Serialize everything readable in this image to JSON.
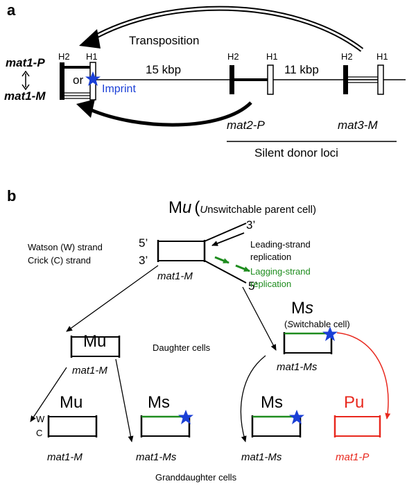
{
  "panel_a": {
    "label": "a",
    "transposition": "Transposition",
    "mat1_p": "mat1-P",
    "mat1_m": "mat1-M",
    "h2_left": "H2",
    "h1_left": "H1",
    "or": "or",
    "imprint": "Imprint",
    "dist1": "15 kbp",
    "dist2": "11 kbp",
    "h2_mid": "H2",
    "h1_mid": "H1",
    "h2_right": "H2",
    "h1_right": "H1",
    "mat2": "mat2-P",
    "mat3": "mat3-M",
    "silent": "Silent donor loci"
  },
  "panel_b": {
    "label": "b",
    "mu_top_main": "M",
    "mu_top_u": "u",
    "mu_top_paren": "(",
    "mu_top_U": "U",
    "mu_top_rest": "nswitchable parent cell)",
    "watson": "Watson (W) strand",
    "crick": "Crick (C) strand",
    "five_prime_left": "5’",
    "three_prime_left": "3’",
    "three_prime_right": "3’",
    "five_prime_right": "5’",
    "leading1": "Leading-strand",
    "leading2": "replication",
    "lagging1": "Lagging-strand",
    "lagging2": "replication",
    "parent_locus": "mat1-M",
    "ms_main": "M",
    "ms_s": "s",
    "switch_paren": "(",
    "switch_S": "S",
    "switch_rest": "witchable cell)",
    "daughter_mu": "Mu",
    "daughter_mu_locus": "mat1-M",
    "daughter_cells": "Daughter cells",
    "daughter_ms_locus": "mat1-Ms",
    "gd1_label": "Mu",
    "gd1_w": "W",
    "gd1_c": "C",
    "gd1_locus": "mat1-M",
    "gd2_label": "Ms",
    "gd2_locus": "mat1-Ms",
    "gd3_label": "Ms",
    "gd3_locus": "mat1-Ms",
    "gd4_label": "Pu",
    "gd4_locus": "mat1-P",
    "granddaughter": "Granddaughter cells"
  },
  "colors": {
    "imprint_blue": "#1a3fd6",
    "green": "#1e8c1e",
    "red": "#e8281e"
  }
}
